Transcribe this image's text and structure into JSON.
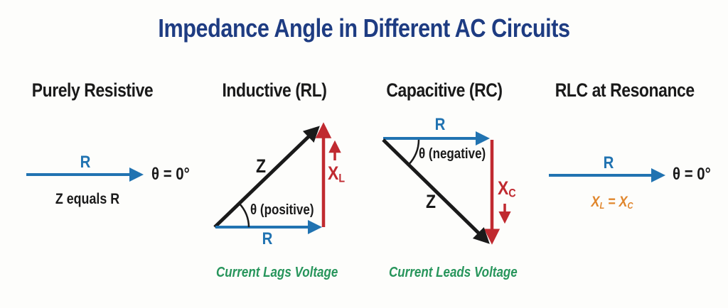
{
  "title": "Impedance Angle in Different AC Circuits",
  "colors": {
    "title_navy": "#1e3c82",
    "vector_blue": "#2173b1",
    "vector_red": "#c02a30",
    "caption_green": "#27955b",
    "resonance_orange": "#e0862c",
    "ink_black": "#1a1a1a"
  },
  "panels": {
    "purely_resistive": {
      "heading": "Purely Resistive",
      "r_label": "R",
      "angle_value": "θ = 0°",
      "note": "Z equals R"
    },
    "inductive": {
      "heading": "Inductive (RL)",
      "z_label": "Z",
      "x_label": "X",
      "x_sub": "L",
      "r_label": "R",
      "angle_note": "θ (positive)",
      "caption": "Current Lags Voltage"
    },
    "capacitive": {
      "heading": "Capacitive (RC)",
      "z_label": "Z",
      "x_label": "X",
      "x_sub": "C",
      "r_label": "R",
      "angle_note": "θ (negative)",
      "caption": "Current Leads Voltage"
    },
    "rlc_resonance": {
      "heading": "RLC at Resonance",
      "r_label": "R",
      "angle_value": "θ = 0°",
      "note_x1": "X",
      "note_sub1": "L",
      "note_eq": "=",
      "note_x2": "X",
      "note_sub2": "C"
    }
  }
}
